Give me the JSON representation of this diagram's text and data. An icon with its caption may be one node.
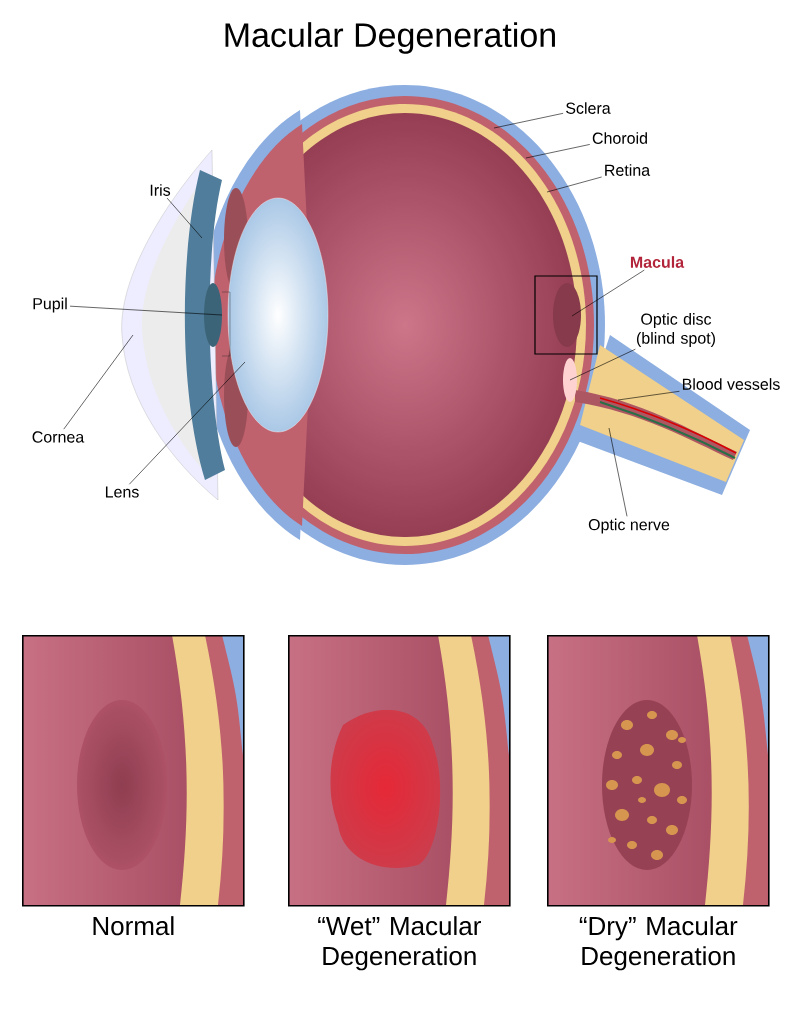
{
  "diagram": {
    "title": "Macular Degeneration",
    "nodes": [
      {
        "text": [
          "Iris"
        ]
      },
      {
        "text": [
          "Pupil"
        ]
      },
      {
        "text": [
          "Cornea"
        ]
      },
      {
        "text": [
          "Lens"
        ]
      },
      {
        "text": [
          "Sclera"
        ]
      },
      {
        "text": [
          "Choroid"
        ]
      },
      {
        "text": [
          "Retina"
        ]
      },
      {
        "text": [
          "Macula"
        ]
      },
      {
        "text": [
          "Optic disc (blind spot)"
        ]
      },
      {
        "text": [
          "Blood vessels"
        ]
      },
      {
        "text": [
          "Optic nerve"
        ]
      },
      {
        "text": [
          "Normal"
        ]
      },
      {
        "text": [
          "“Wet” Macular Degeneration"
        ]
      },
      {
        "text": [
          "“Dry” Macular Degeneration"
        ]
      }
    ],
    "edges": [
      {
        "from": 0,
        "to": null,
        "arrow": "none"
      },
      {
        "from": 1,
        "to": null,
        "arrow": "none"
      },
      {
        "from": 2,
        "to": null,
        "arrow": "none"
      },
      {
        "from": 3,
        "to": null,
        "arrow": "none"
      },
      {
        "from": 4,
        "to": null,
        "arrow": "none"
      },
      {
        "from": 5,
        "to": null,
        "arrow": "none"
      },
      {
        "from": 6,
        "to": null,
        "arrow": "none"
      },
      {
        "from": 7,
        "to": null,
        "arrow": "none"
      },
      {
        "from": 8,
        "to": null,
        "arrow": "none"
      },
      {
        "from": 9,
        "to": null,
        "arrow": "none"
      },
      {
        "from": 10,
        "to": null,
        "arrow": "none"
      }
    ]
  }
}
